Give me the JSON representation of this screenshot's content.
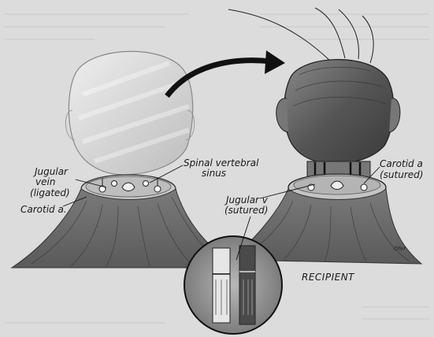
{
  "labels": {
    "jugular_vein_line1": "Jugular",
    "jugular_vein_line2": "vein",
    "jugular_vein_line3": "(ligated)",
    "carotid_left": "Carotid a.",
    "spinal_line1": "Spinal vertebral",
    "spinal_line2": "sinus",
    "carotid_right_line1": "Carotid a",
    "carotid_right_line2": "(sutured)",
    "jugular_right_line1": "Jugular v",
    "jugular_right_line2": "(sutured)",
    "recipient": "RECIPIENT"
  },
  "colors": {
    "background": "#dcdcdc",
    "ink": "#1a1a1a",
    "head_shade": "#6e6e6e"
  }
}
